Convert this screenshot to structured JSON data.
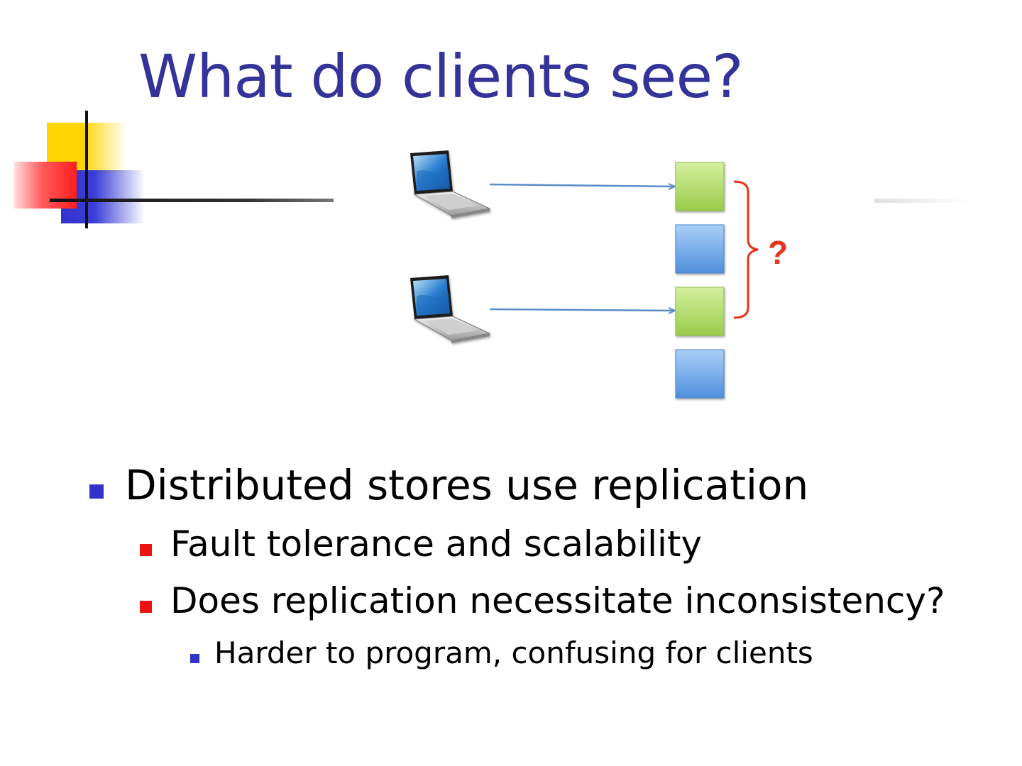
{
  "slide": {
    "title": "What do clients see?"
  },
  "diagram": {
    "clients": [
      "laptop-icon",
      "laptop-icon"
    ],
    "replicas": [
      {
        "color": "green"
      },
      {
        "color": "blue"
      },
      {
        "color": "green"
      },
      {
        "color": "blue"
      }
    ],
    "bracket_label": "?",
    "colors": {
      "title": "#333399",
      "arrow": "#5b8cc6",
      "bracket": "#e8321c",
      "replica_green": "#a5d65a",
      "replica_blue": "#6aa6ec"
    }
  },
  "bullets": {
    "level1": "Distributed stores use replication",
    "level2_a": "Fault tolerance and scalability",
    "level2_b": "Does replication necessitate inconsistency?",
    "level3": "Harder to program, confusing for clients"
  }
}
